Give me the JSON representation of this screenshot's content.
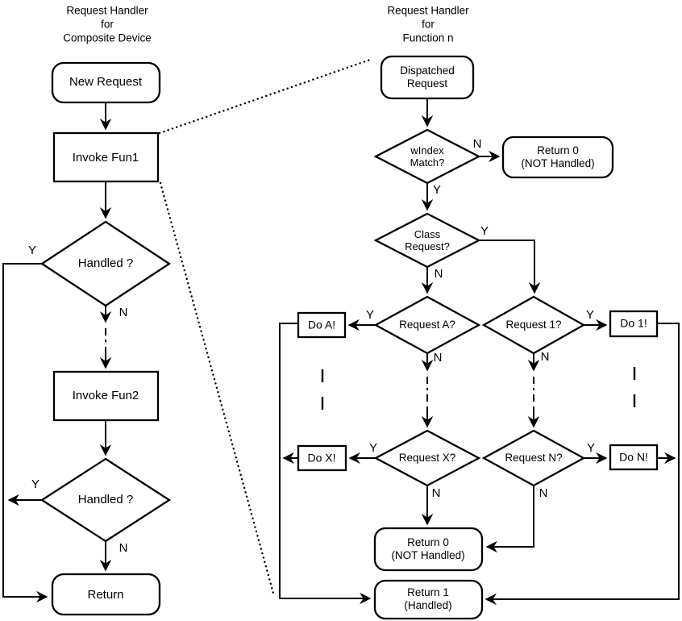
{
  "colors": {
    "line": "#000000",
    "background": "#ffffff",
    "text": "#000000"
  },
  "labels": {
    "yes": "Y",
    "no": "N"
  },
  "left_chart": {
    "title": "Request Handler\nfor\nComposite Device",
    "nodes": {
      "new_request": "New Request",
      "invoke_fun1": "Invoke Fun1",
      "handled_1": "Handled ?",
      "invoke_fun2": "Invoke Fun2",
      "handled_2": "Handled ?",
      "return": "Return"
    }
  },
  "right_chart": {
    "title": "Request Handler\nfor\nFunction n",
    "nodes": {
      "dispatched_request": "Dispatched\nRequest",
      "windex_match": "wIndex\nMatch?",
      "return_0_top": "Return 0\n(NOT Handled)",
      "class_request": "Class\nRequest?",
      "request_a": "Request A?",
      "request_1": "Request 1?",
      "do_a": "Do A!",
      "do_1": "Do 1!",
      "request_x": "Request X?",
      "request_n": "Request N?",
      "do_x": "Do X!",
      "do_n": "Do N!",
      "return_0_bottom": "Return 0\n(NOT Handled)",
      "return_1": "Return 1\n(Handled)"
    }
  }
}
